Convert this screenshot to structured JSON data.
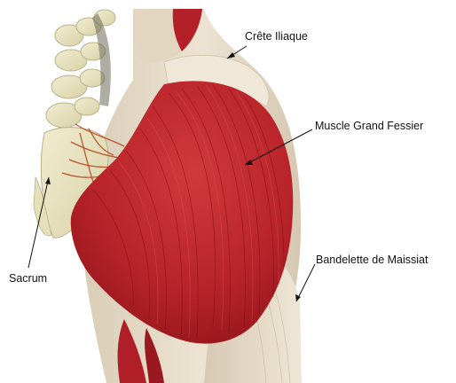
{
  "labels": {
    "crete_iliaque": "Crête Iliaque",
    "grand_fessier": "Muscle Grand Fessier",
    "bandelette": "Bandelette de Maissiat",
    "sacrum": "Sacrum"
  },
  "colors": {
    "background": "#ffffff",
    "skin": "#e8dcc8",
    "bone": "#e9e4bf",
    "muscle": "#c0262c",
    "muscle_dark": "#8e1419",
    "nerve": "#b8451f",
    "pointer": "#111111"
  }
}
